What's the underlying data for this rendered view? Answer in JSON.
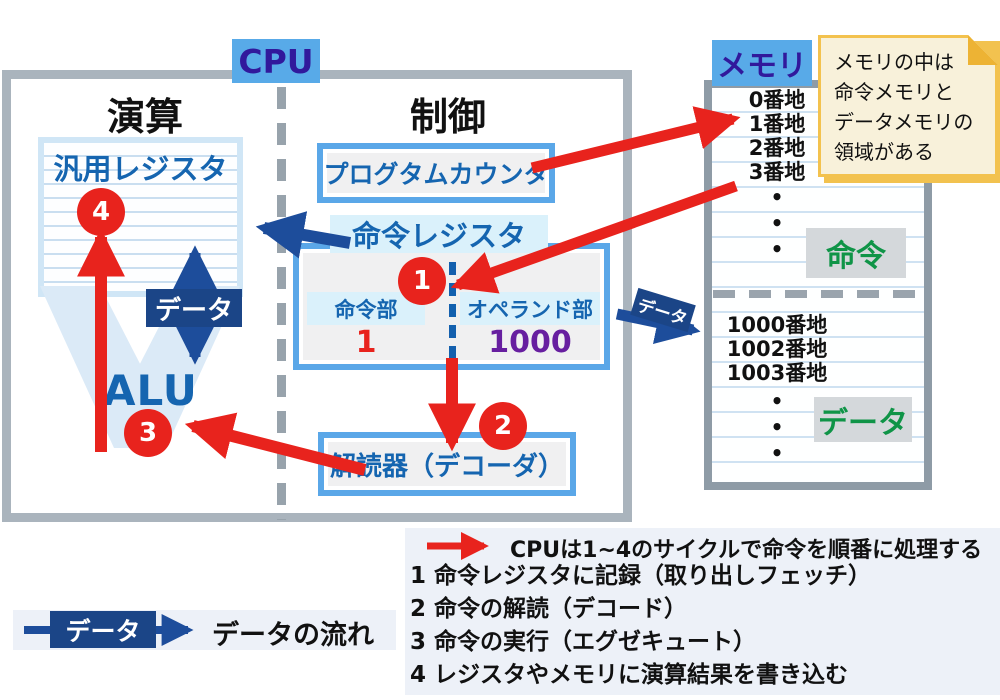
{
  "cpu": {
    "label": "CPU",
    "left_section": "演算",
    "right_section": "制御",
    "general_register_title": "汎用レジスタ",
    "alu_label": "ALU",
    "data_arrow_label": "データ",
    "program_counter": "プログタムカウンタ",
    "instruction_register_title": "命令レジスタ",
    "opcode_label": "命令部",
    "opcode_value": "1",
    "operand_label": "オペランド部",
    "operand_value": "1000",
    "decoder_label": "解読器（デコーダ）"
  },
  "memory": {
    "label": "メモリ",
    "addr_top": [
      "0番地",
      "1番地",
      "2番地",
      "3番地"
    ],
    "dot": "•",
    "instruction_region": "命令",
    "addr_bottom": [
      "1000番地",
      "1002番地",
      "1003番地"
    ],
    "data_region": "データ",
    "bus_label": "データ"
  },
  "note": {
    "lines": [
      "メモリの中は",
      "命令メモリと",
      "データメモリの",
      "領域がある"
    ]
  },
  "cycle": {
    "c1": "1",
    "c2": "2",
    "c3": "3",
    "c4": "4"
  },
  "legend": {
    "data_label": "データ",
    "data_flow": "データの流れ"
  },
  "process": {
    "title": "CPUは1~4のサイクルで命令を順番に処理する",
    "steps": [
      "1 命令レジスタに記録（取り出しフェッチ）",
      "2 命令の解読（デコード）",
      "3 命令の実行（エグゼキュート）",
      "4 レジスタやメモリに演算結果を書き込む"
    ]
  },
  "colors": {
    "red": "#e8231d",
    "blue_border": "#5aa7e8",
    "blue_text": "#1565b0",
    "dark_blue": "#1b4587",
    "arrow_blue": "#1d4d9b",
    "green": "#0f9447",
    "purple": "#671fa0",
    "indigo": "#31199c"
  }
}
